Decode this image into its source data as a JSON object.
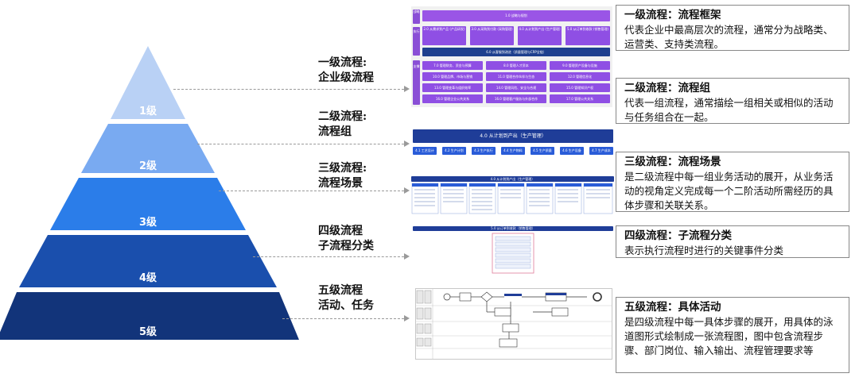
{
  "pyramid": {
    "tiers": [
      {
        "label": "1级",
        "color": "#b9d1f5"
      },
      {
        "label": "2级",
        "color": "#79aaf1"
      },
      {
        "label": "3级",
        "color": "#2b7de9"
      },
      {
        "label": "4级",
        "color": "#1a4fad"
      },
      {
        "label": "5级",
        "color": "#12347a"
      }
    ]
  },
  "levels": [
    {
      "line1": "一级流程:",
      "line2": "企业级流程"
    },
    {
      "line1": "二级流程:",
      "line2": "流程组"
    },
    {
      "line1": "三级流程:",
      "line2": "流程场景"
    },
    {
      "line1": "四级流程",
      "line2": "子流程分类"
    },
    {
      "line1": "五级流程",
      "line2": "活动、任务"
    }
  ],
  "descriptions": [
    {
      "title": "一级流程：流程框架",
      "body": "代表企业中最高层次的流程，通常分为战略类、运营类、支持类流程。"
    },
    {
      "title": "二级流程：流程组",
      "body": "代表一组流程，通常描绘一组相关或相似的活动与任务组合在一起。"
    },
    {
      "title": "三级流程：流程场景",
      "body": "是二级流程中每一组业务活动的展开，从业务活动的视角定义完成每一个二阶活动所需经历的具体步骤和关联关系。"
    },
    {
      "title": "四级流程：子流程分类",
      "body": "表示执行流程时进行的关键事件分类"
    },
    {
      "title": "五级流程：具体活动",
      "body": "是四级流程中每一具体步骤的展开，用具体的泳道图形式绘制成一张流程图，图中包含流程步骤、部门岗位、输入输出、流程管理要求等"
    }
  ],
  "thumb1": {
    "side_labels": [
      "战略",
      "执行",
      "支撑"
    ],
    "strategy": "1.0 战略与规划",
    "exec_row": [
      "2.0 从需求到产品 (产品研发)",
      "3.0 从采购到付款 (采购管理)",
      "4.0 从计划到产出 (生产管理)",
      "5.0 从订单到收款 (销售管理)"
    ],
    "exec_bottom": "6.0 从客服到改进（质量管理与CRP全链）",
    "support": [
      "7.0 管理财务、资金与预算",
      "8.0 管理人才资本",
      "9.0 管理资产设备与设施",
      "10.0 管理品牌、市场与营销",
      "11.0 管理合作伙伴与生态",
      "12.0 管理信息化",
      "13.0 管理变革与组织效率",
      "14.0 管理风险、安全与合规",
      "15.0 管理知识产权",
      "16.0 管理企业公共关系",
      "16.0 管理客户服务与外部合作",
      "17.0 管理公共关系"
    ]
  },
  "thumb2": {
    "title": "4.0 从计划到产出（生产管理）",
    "items": [
      "4.1 工艺设计",
      "4.2 生产计划",
      "4.3 生产执行",
      "4.4 生产物料",
      "4.5 生产质量",
      "4.6 生产设备",
      "4.7 生产成本"
    ]
  },
  "thumb3": {
    "title": "4.0 从计划到产出（生产管理）"
  },
  "thumb4": {
    "title": "5.0 从订单到收款（销售管理）"
  }
}
